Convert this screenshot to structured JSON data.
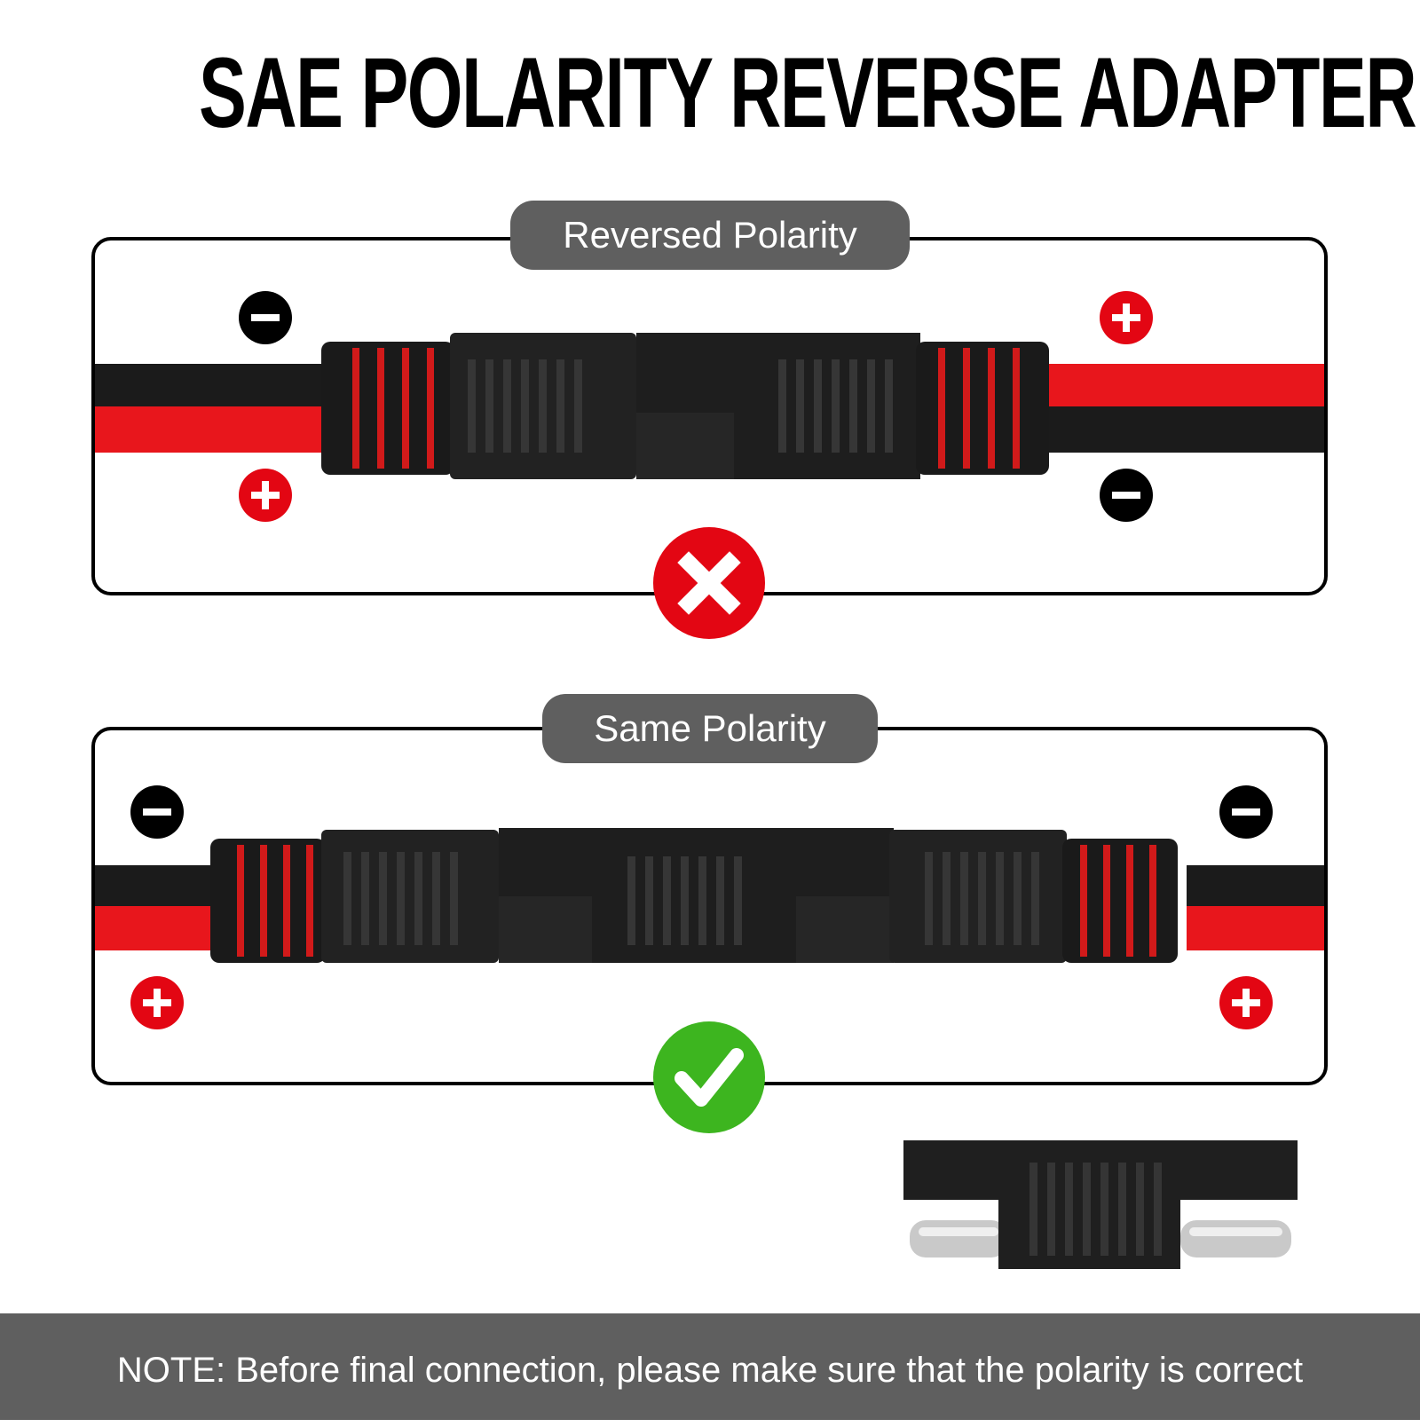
{
  "header": {
    "title": "SAE POLARITY REVERSE ADAPTER"
  },
  "panels": [
    {
      "label": "Reversed Polarity",
      "status": "incorrect",
      "status_icon": "x-mark-icon"
    },
    {
      "label": "Same Polarity",
      "status": "correct",
      "status_icon": "check-mark-icon"
    }
  ],
  "colors": {
    "negative": "#000000",
    "positive": "#e30613",
    "incorrect": "#e30613",
    "correct": "#3db51f",
    "label_background": "#5f5f5f"
  },
  "footer": {
    "note": "NOTE: Before final connection, please make sure that the polarity is correct"
  }
}
